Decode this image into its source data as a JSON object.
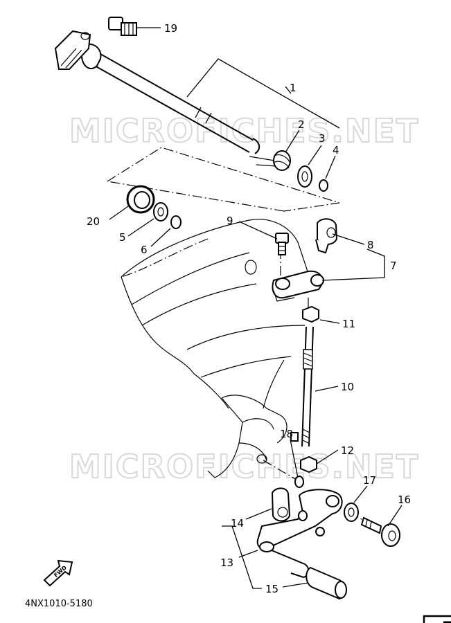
{
  "watermark": "MICROFICHES.NET",
  "diagram_code": "4NX1010-5180",
  "fwd_label": "FWD",
  "callouts": {
    "c1": "1",
    "c2": "2",
    "c3": "3",
    "c4": "4",
    "c5": "5",
    "c6": "6",
    "c7": "7",
    "c8": "8",
    "c9": "9",
    "c10": "10",
    "c11": "11",
    "c12": "12",
    "c13": "13",
    "c14": "14",
    "c15": "15",
    "c16": "16",
    "c17": "17",
    "c18": "18",
    "c19": "19",
    "c20": "20"
  }
}
